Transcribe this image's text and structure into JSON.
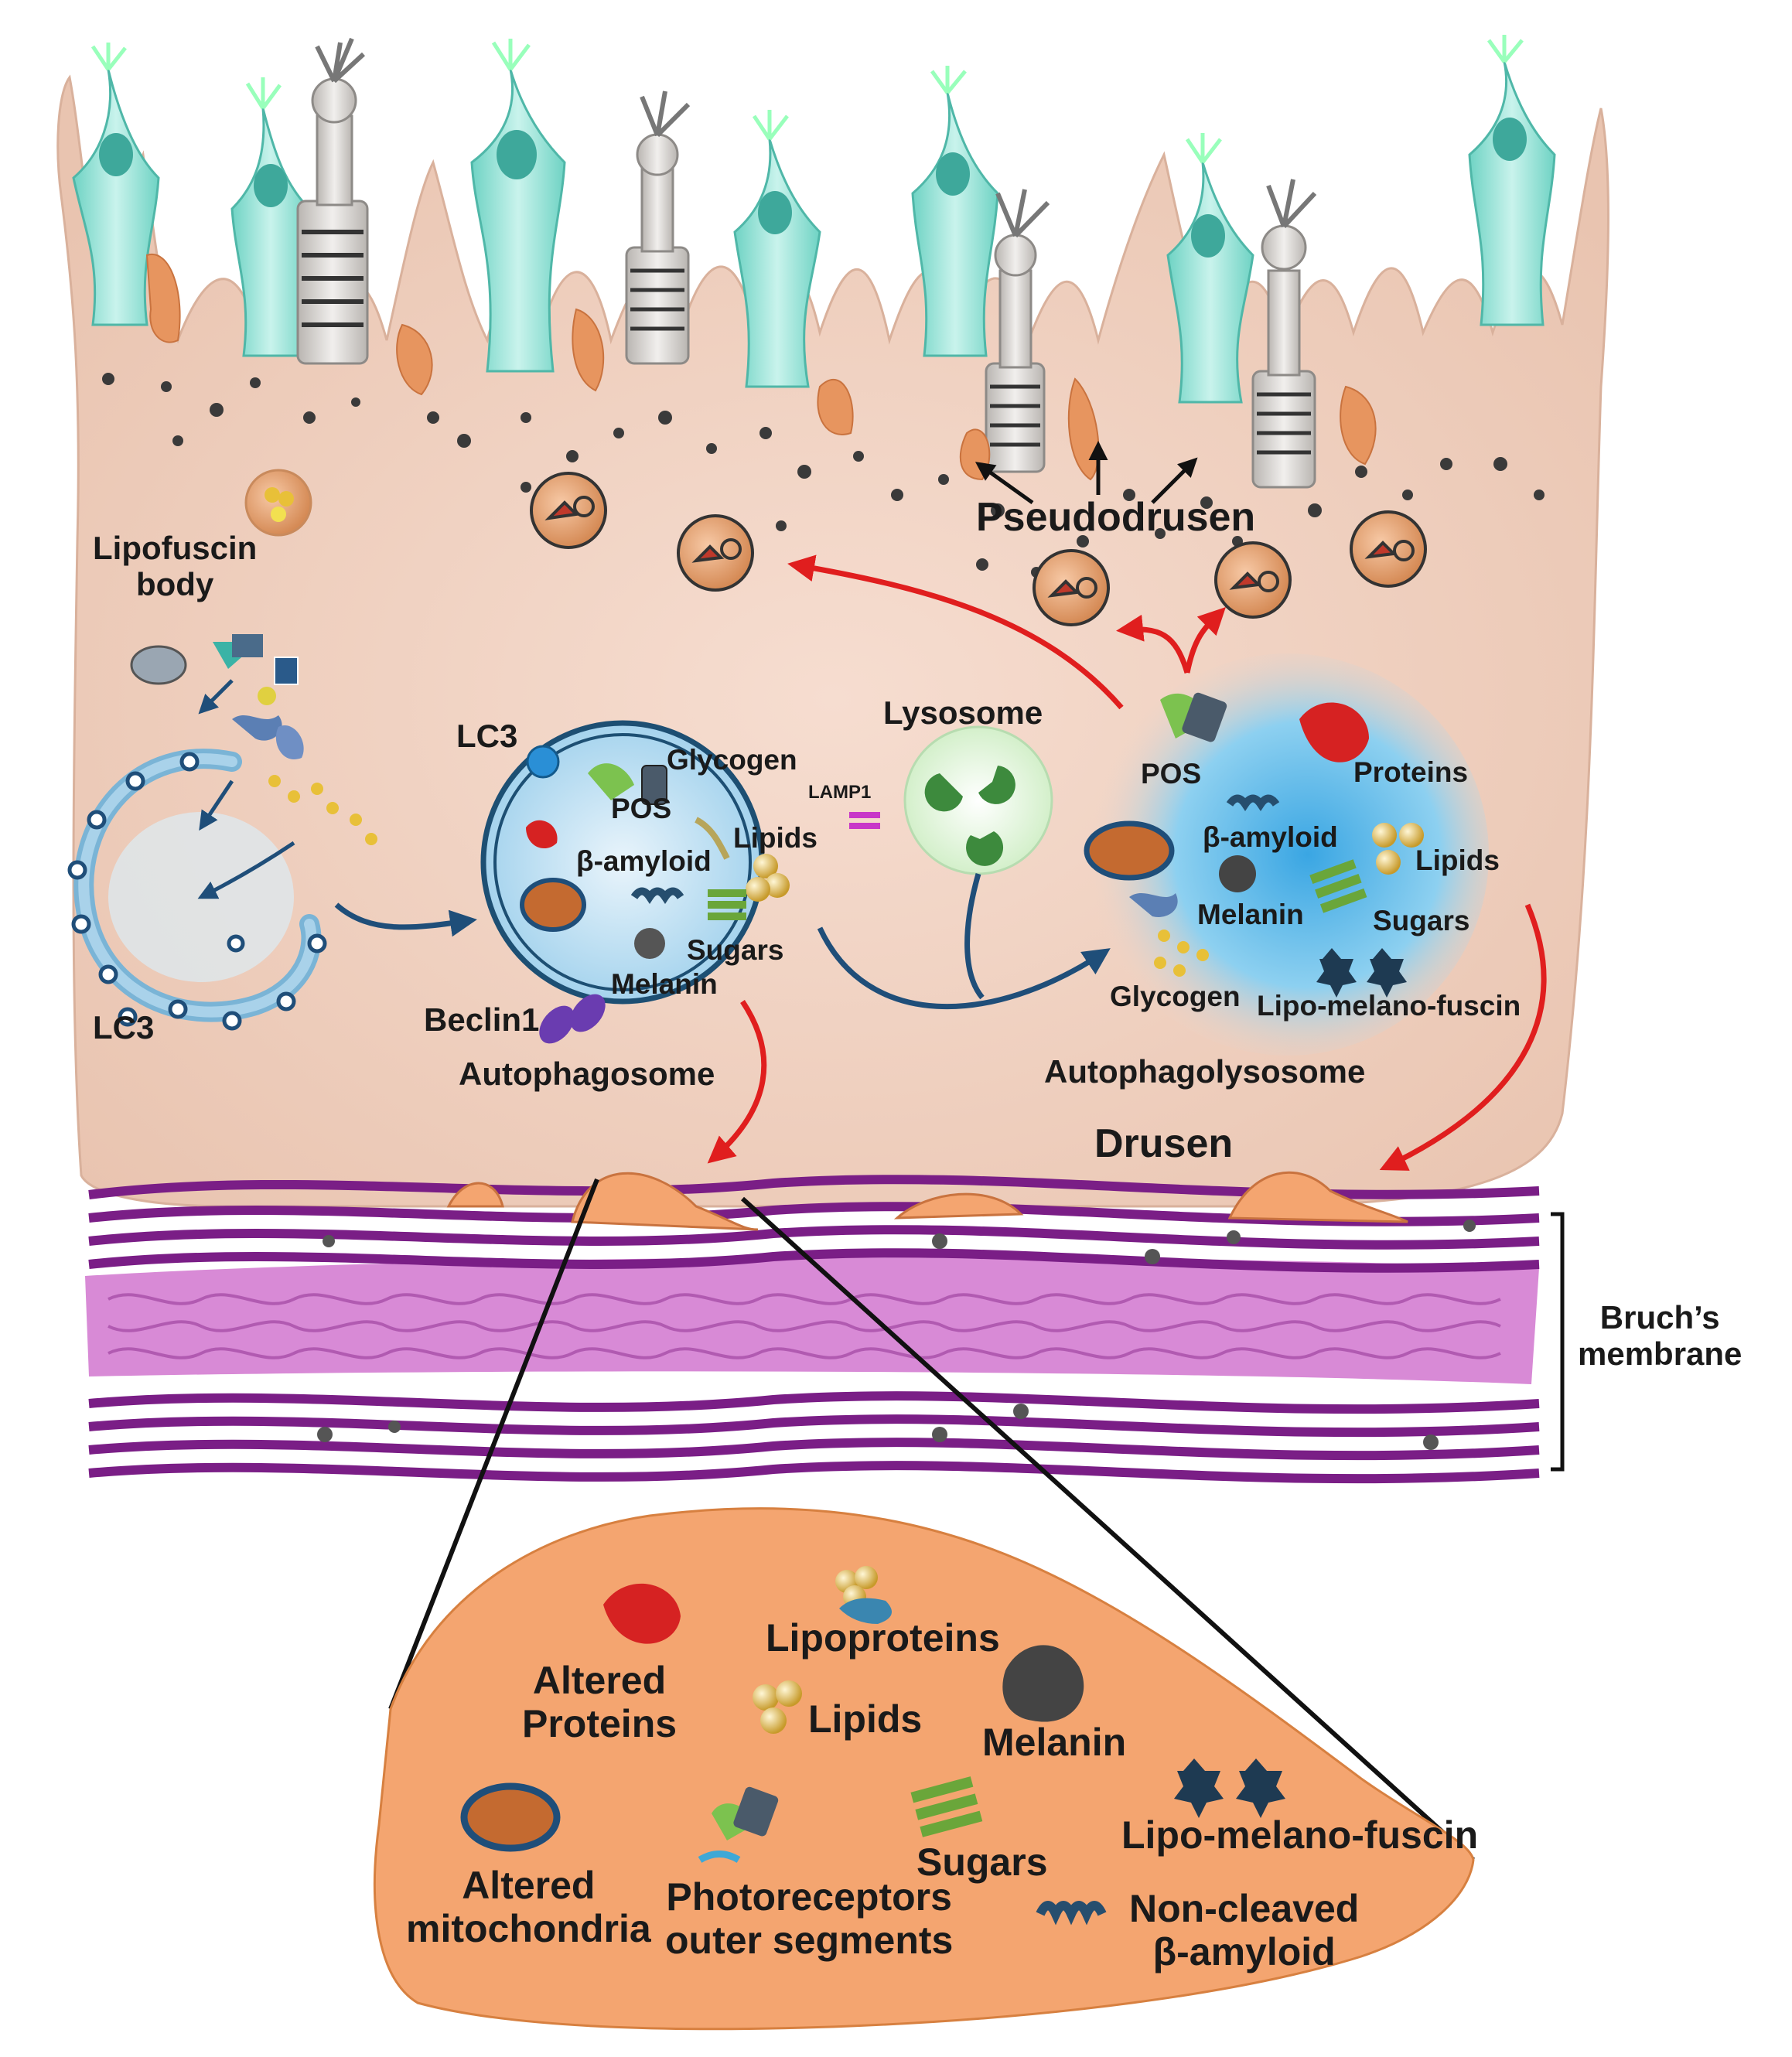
{
  "colors": {
    "cell": "#f2d5c6",
    "cell_dark": "#e4bba6",
    "drusen": "#f4a570",
    "fiber": "#7a1e86",
    "bruch_band": "#d88ad6",
    "arrow_red": "#e01e1e",
    "arrow_blue": "#1f4e79",
    "lysosome": "#dff3d8",
    "autophagolysosome": "#79c8ee",
    "photoreceptor_rod": "#8fe0d3",
    "cone": "#d9d6d3"
  },
  "labels": {
    "lipofuscin_line1": "Lipofuscin",
    "lipofuscin_line2": "body",
    "pseudodrusen": "Pseudodrusen",
    "lc3_top": "LC3",
    "lc3_bottom": "LC3",
    "glycogen": "Glycogen",
    "pos": "POS",
    "lipids": "Lipids",
    "beta_amyloid": "β-amyloid",
    "sugars": "Sugars",
    "melanin": "Melanin",
    "beclin": "Beclin1",
    "autophagosome": "Autophagosome",
    "lysosome": "Lysosome",
    "lamp1": "LAMP1",
    "al_pos": "POS",
    "al_proteins": "Proteins",
    "al_beta": "β-amyloid",
    "al_lipids": "Lipids",
    "al_melanin": "Melanin",
    "al_sugars": "Sugars",
    "al_glycogen": "Glycogen",
    "al_lmf": "Lipo-melano-fuscin",
    "autophagolysosome": "Autophagolysosome",
    "drusen": "Drusen",
    "bruch_line1": "Bruch’s",
    "bruch_line2": "membrane"
  },
  "inset": {
    "altered_proteins": [
      "Altered",
      "Proteins"
    ],
    "lipoproteins": "Lipoproteins",
    "lipids": "Lipids",
    "melanin": "Melanin",
    "altered_mitochondria": [
      "Altered",
      "mitochondria"
    ],
    "photoreceptors": [
      "Photoreceptors",
      "outer segments"
    ],
    "sugars": "Sugars",
    "lmf": "Lipo-melano-fuscin",
    "non_cleaved": [
      "Non-cleaved",
      "β-amyloid"
    ]
  }
}
